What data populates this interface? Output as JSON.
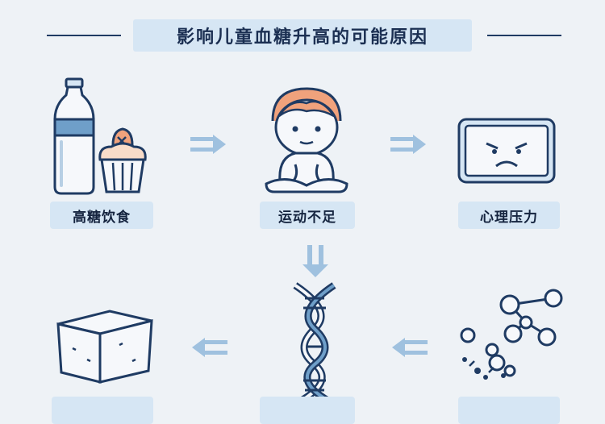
{
  "title": "影响儿童血糖升高的可能原因",
  "labels": {
    "high_sugar_diet": "高糖饮食",
    "lack_of_exercise": "运动不足",
    "psychological_stress": "心理压力"
  },
  "colors": {
    "navy": "#1f3b63",
    "light_blue": "#d6e6f4",
    "accent_blue": "#6f9fc9",
    "orange": "#f0a27c",
    "background": "#eef2f6"
  },
  "icons": [
    "bottle-icon",
    "cupcake-icon",
    "child-icon",
    "frowning-screen-icon",
    "dna-icon",
    "molecule-icon",
    "cube-icon",
    "arrow-right-icon",
    "arrow-down-icon",
    "arrow-left-icon"
  ]
}
